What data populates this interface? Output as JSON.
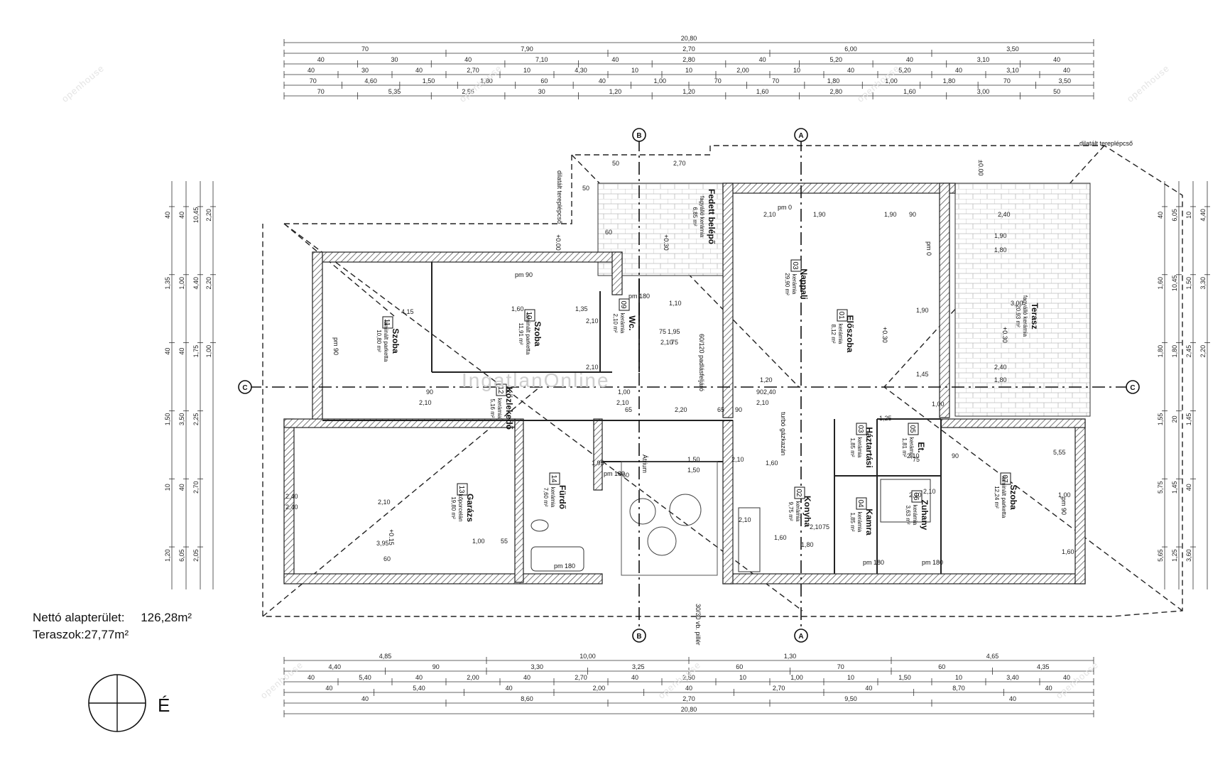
{
  "summary": {
    "net_label": "Nettó alapterület:",
    "net_value": "126,28m²",
    "terrace_label": "Teraszok:",
    "terrace_value": "27,77m²"
  },
  "watermark": "openhouse",
  "overlay_watermark": "IngatlanOnline",
  "top_dimensions": [
    {
      "label": "20,80",
      "cuts": [
        "20,80"
      ]
    },
    {
      "label": "row2",
      "cuts": [
        "70",
        "7,90",
        "2,70",
        "6,00",
        "3,50"
      ]
    },
    {
      "label": "row3",
      "cuts": [
        "40",
        "30",
        "40",
        "7,10",
        "40",
        "2,80",
        "40",
        "5,20",
        "40",
        "3,10",
        "40"
      ]
    },
    {
      "label": "row4",
      "cuts": [
        "40",
        "30",
        "40",
        "2,70",
        "10",
        "4,30",
        "10",
        "10",
        "2,00",
        "10",
        "40",
        "5,20",
        "40",
        "3,10",
        "40"
      ]
    },
    {
      "label": "row5",
      "cuts": [
        "70",
        "4,60",
        "1,50",
        "1,80",
        "60",
        "40",
        "1,00",
        "70",
        "70",
        "1,80",
        "1,00",
        "1,80",
        "70",
        "3,50"
      ]
    },
    {
      "label": "row6",
      "cuts": [
        "70",
        "5,35",
        "2,55",
        "30",
        "1,20",
        "1,20",
        "1,60",
        "2,80",
        "1,60",
        "3,00",
        "50"
      ]
    }
  ],
  "bottom_dimensions": [
    {
      "cuts": [
        "4,85",
        "10,00",
        "1,30",
        "4,65"
      ]
    },
    {
      "cuts": [
        "4,40",
        "90",
        "3,30",
        "3,25",
        "60",
        "70",
        "60",
        "4,35"
      ]
    },
    {
      "cuts": [
        "40",
        "5,40",
        "40",
        "2,00",
        "40",
        "2,70",
        "40",
        "2,50",
        "10",
        "1,00",
        "10",
        "1,50",
        "10",
        "3,40",
        "40"
      ]
    },
    {
      "cuts": [
        "40",
        "5,40",
        "40",
        "2,00",
        "40",
        "2,70",
        "40",
        "8,70",
        "40"
      ]
    },
    {
      "cuts": [
        "40",
        "8,60",
        "2,70",
        "9,50",
        "40"
      ]
    },
    {
      "cuts": [
        "20,80"
      ]
    }
  ],
  "left_dimensions": [
    "40",
    "1,35",
    "40",
    "1,50",
    "10",
    "1,20",
    "40",
    "1,00",
    "40",
    "3,50",
    "40",
    "6,05",
    "10,45",
    "4,40",
    "1,75",
    "2,25",
    "2,70",
    "2,05",
    "2,20",
    "2,20",
    "1,00"
  ],
  "right_dimensions": [
    "40",
    "1,60",
    "1,80",
    "1,55",
    "5,75",
    "5,65",
    "6,05",
    "10,45",
    "1,80",
    "20",
    "1,45",
    "1,25",
    "10",
    "1,50",
    "2,45",
    "1,45",
    "40",
    "3,60",
    "4,40",
    "3,30",
    "2,20"
  ],
  "axes": {
    "top": [
      "B",
      "A"
    ],
    "bottom": [
      "B",
      "A"
    ],
    "left": [
      "C"
    ],
    "right": [
      "C"
    ]
  },
  "rooms": [
    {
      "no": "01",
      "name": "Előszoba",
      "finish": "kerámia",
      "area": "8,12 m²"
    },
    {
      "no": "03",
      "name": "Nappali",
      "finish": "kerámia",
      "area": "29,90 m²"
    },
    {
      "no": "09",
      "name": "Wc.",
      "finish": "kerámia",
      "area": "2,10 m²"
    },
    {
      "no": "10",
      "name": "Szoba",
      "finish": "laminált parketta",
      "area": "11,91 m²"
    },
    {
      "no": "11",
      "name": "Szoba",
      "finish": "laminált parketta",
      "area": "10,80 m²"
    },
    {
      "no": "12",
      "name": "Közlekedő",
      "finish": "kerámia",
      "area": "5,16 m²"
    },
    {
      "no": "13",
      "name": "Garázs",
      "finish": "kőporcelán",
      "area": "19,80 m²"
    },
    {
      "no": "14",
      "name": "Fürdő",
      "finish": "kerámia",
      "area": "7,60 m²"
    },
    {
      "no": "02",
      "name": "Konyha",
      "finish": "kerámia",
      "area": "9,75 m²"
    },
    {
      "no": "03",
      "name": "Háztartási",
      "finish": "kerámia",
      "area": "1,85 m²"
    },
    {
      "no": "04",
      "name": "Kamra",
      "finish": "kerámia",
      "area": "1,85 m²"
    },
    {
      "no": "05",
      "name": "Et.",
      "finish": "kerámia",
      "area": "1,81 m²"
    },
    {
      "no": "06",
      "name": "Zuhany",
      "finish": "kerámia",
      "area": "3,63 m²"
    },
    {
      "no": "07",
      "name": "Szoba",
      "finish": "laminált parketta",
      "area": "12,24 m²"
    },
    {
      "no": "",
      "name": "Fedett belépő",
      "finish": "fagyálló kerámia",
      "area": "6,85 m²"
    },
    {
      "no": "",
      "name": "Terasz",
      "finish": "fagyálló kerámia",
      "area": "20,93 m²"
    }
  ],
  "labels": {
    "atrium": "Átrium",
    "pillar": "30/30 vb. pillér",
    "stair_left": "dilatált tereplépcső",
    "stair_right": "dilatált tereplépcső",
    "cellar": "60/120 padlásfeljáró",
    "boiler": "turbó gázkazán",
    "pm0a": "pm 0",
    "pm0b": "pm 0",
    "pm90a": "pm 90",
    "pm90b": "pm 90",
    "pm90c": "pm 90",
    "pm180a": "pm 180",
    "pm180b": "pm 180",
    "pm180c": "pm 180",
    "pm180d": "pm 180",
    "pm180e": "pm 180",
    "lvl_030a": "+0.30",
    "lvl_030b": "+0.30",
    "lvl_000": "+0.00",
    "lvl_015": "+0.15",
    "lvl_030c": "+0.30",
    "lvl_000b": "±0.00"
  },
  "inner_dims": [
    "1,60",
    "1,35",
    "2,10",
    "4,15",
    "2,10",
    "90",
    "2,10",
    "1,00",
    "2,10",
    "2,20",
    "65",
    "65",
    "90",
    "90",
    "2,10",
    "1,20",
    "2,40",
    "1,50",
    "1,50",
    "2,10",
    "2,40",
    "2,40",
    "2,10",
    "3,95",
    "1,00",
    "55",
    "60",
    "1,60",
    "1,80",
    "1,95",
    "1,60",
    "1,95",
    "75",
    "2,10",
    "75",
    "2,10",
    "2,10",
    "1,90",
    "1,90",
    "90",
    "1,90",
    "1,45",
    "1,90",
    "1,80",
    "2,40",
    "1,80",
    "2,40",
    "3,00",
    "5,55",
    "1,00",
    "1,60",
    "1,00",
    "90",
    "2,10",
    "2,10",
    "2,10",
    "75",
    "2,70",
    "50",
    "50",
    "60",
    "1,10",
    "75",
    "2,10",
    "60",
    "1,25"
  ],
  "compass": {
    "label": "É"
  }
}
